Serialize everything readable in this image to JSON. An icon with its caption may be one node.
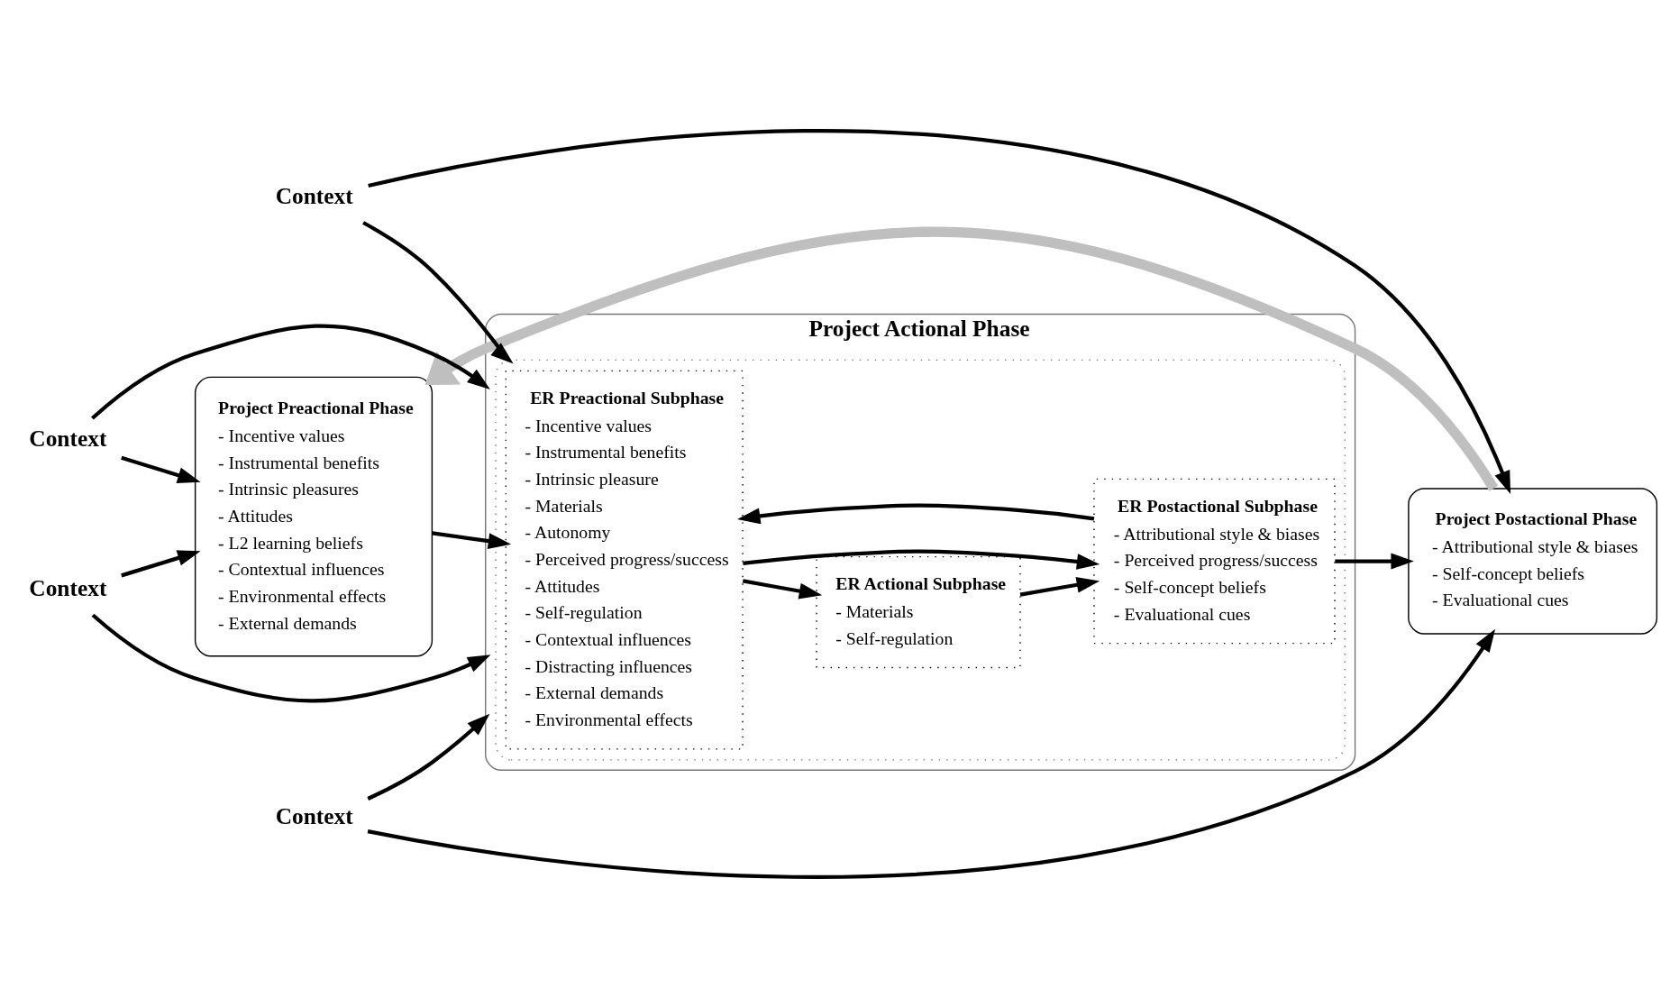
{
  "diagram": {
    "nodes": [
      {
        "text": [
          "Context"
        ]
      },
      {
        "text": [
          "Context"
        ]
      },
      {
        "text": [
          "Project Preactional Phase",
          "- Incentive values",
          "- Instrumental benefits",
          "- Intrinsic pleasures",
          "- Attitudes",
          "- L2 learning beliefs",
          "- Contextual influences",
          "- Environmental effects",
          "- External demands"
        ]
      },
      {
        "text": [
          "Project Actional Phase"
        ]
      },
      {
        "text": [],
        "shape": "box",
        "in": 3
      },
      {
        "text": [
          "ER Preactional Subphase",
          "- Incentive values",
          "- Instrumental benefits",
          "- Intrinsic pleasure",
          "- Materials",
          "- Autonomy",
          "- Perceived progress/success",
          "- Attitudes",
          "- Self-regulation",
          "- Contextual influences",
          "- Distracting influences",
          "- External demands",
          "- Environmental effects"
        ],
        "in": 4
      },
      {
        "text": [
          "ER Actional Subphase",
          "- Materials",
          "- Self-regulation"
        ],
        "in": 4
      },
      {
        "text": [
          "ER Postactional Subphase",
          "- Attributional style & biases",
          "- Perceived progress/success",
          "- Self-concept beliefs",
          "- Evaluational cues"
        ],
        "in": 4
      },
      {
        "text": [
          "Project Postactional Phase",
          "- Attributional style & biases",
          "- Self-concept beliefs",
          "- Evaluational cues"
        ]
      },
      {
        "text": [
          "Context"
        ]
      },
      {
        "text": [
          "Context"
        ]
      }
    ],
    "edges": [
      {
        "from": 0,
        "to": 2,
        "arrow": "to"
      },
      {
        "from": 0,
        "to": 3,
        "arrow": "to"
      },
      {
        "from": 1,
        "to": 3,
        "arrow": "to"
      },
      {
        "from": 1,
        "to": 8,
        "arrow": "to"
      },
      {
        "from": 2,
        "to": 5,
        "arrow": "to"
      },
      {
        "from": 5,
        "to": 6,
        "arrow": "to"
      },
      {
        "from": 6,
        "to": 7,
        "arrow": "to"
      },
      {
        "from": 7,
        "to": 8,
        "arrow": "to"
      },
      {
        "from": 5,
        "to": 7,
        "arrow": "to"
      },
      {
        "from": 7,
        "to": 5,
        "arrow": "to"
      },
      {
        "from": 9,
        "to": 2,
        "arrow": "to"
      },
      {
        "from": 9,
        "to": 3,
        "arrow": "to"
      },
      {
        "from": 10,
        "to": 4,
        "arrow": "to"
      },
      {
        "from": 10,
        "to": 8,
        "arrow": "to"
      },
      {
        "from": 8,
        "to": 2,
        "arrow": "to",
        "style": "thick",
        "color": "#bfbfbf"
      }
    ]
  }
}
